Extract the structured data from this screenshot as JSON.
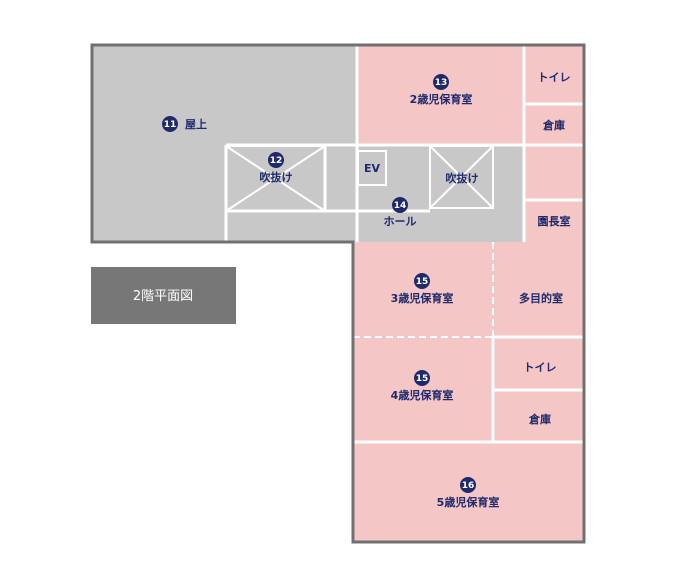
{
  "title": "2階平面図",
  "rooms": {
    "rooftop": {
      "num": "11",
      "name": "屋上"
    },
    "void_left": {
      "num": "12",
      "name": "吹抜け"
    },
    "age2": {
      "num": "13",
      "name": "2歳児保育室"
    },
    "hall": {
      "num": "14",
      "name": "ホール"
    },
    "void_hall": {
      "name": "吹抜け"
    },
    "ev": {
      "name": "EV"
    },
    "toilet_top": {
      "name": "トイレ"
    },
    "storage_top": {
      "name": "倉庫"
    },
    "director": {
      "name": "園長室"
    },
    "age3": {
      "num": "15",
      "name": "3歳児保育室"
    },
    "multi": {
      "name": "多目的室"
    },
    "age4": {
      "num": "15",
      "name": "4歳児保育室"
    },
    "toilet_mid": {
      "name": "トイレ"
    },
    "storage_mid": {
      "name": "倉庫"
    },
    "age5": {
      "num": "16",
      "name": "5歳児保育室"
    }
  },
  "colors": {
    "wall": "#707070",
    "gray_area": "#c8c8c8",
    "pink_area": "#f5c6c6",
    "partition": "#ffffff",
    "label": "#1f2a6b",
    "legend_bg": "#777777"
  }
}
